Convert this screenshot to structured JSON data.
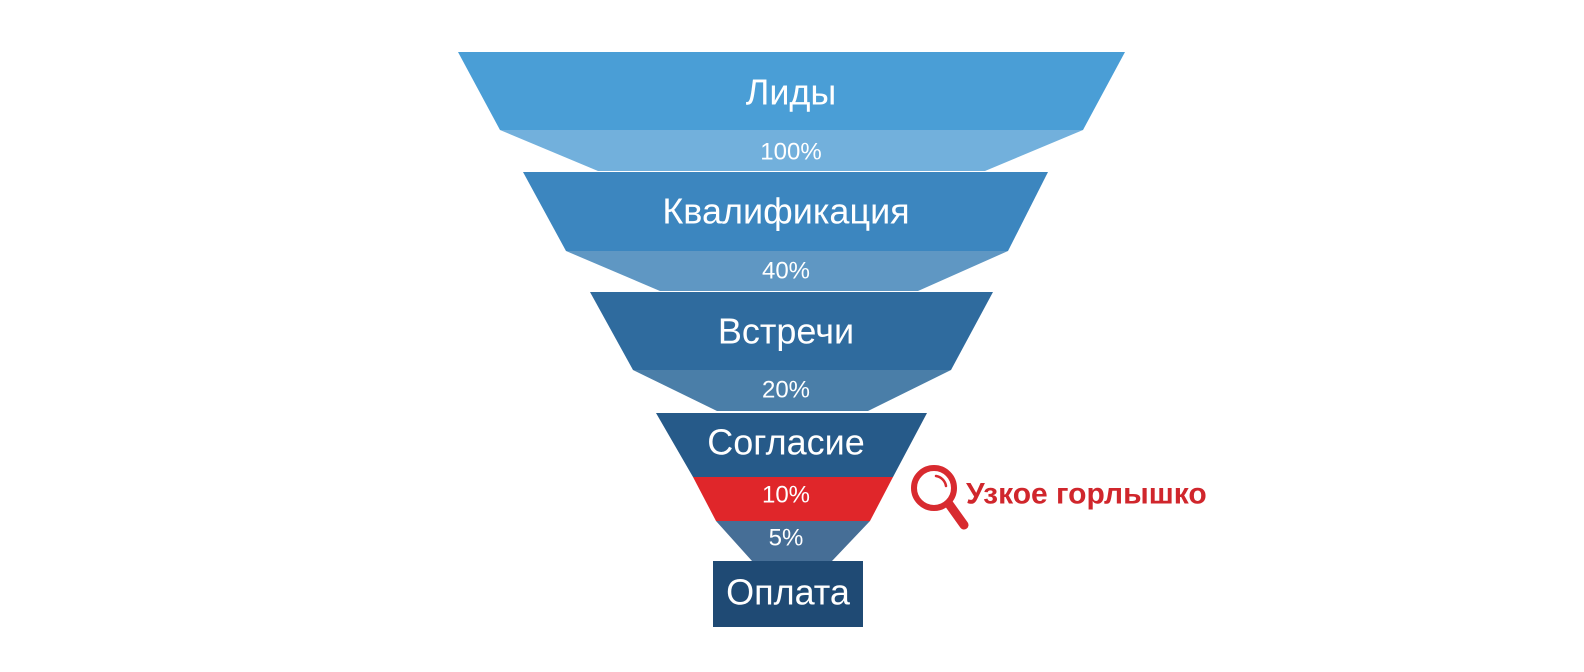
{
  "chart_data": {
    "type": "funnel",
    "title": "",
    "stages": [
      {
        "name": "Лиды",
        "conversion_label": "100%",
        "value": 100
      },
      {
        "name": "Квалификация",
        "conversion_label": "40%",
        "value": 40
      },
      {
        "name": "Встречи",
        "conversion_label": "20%",
        "value": 20
      },
      {
        "name": "Согласие",
        "conversion_label": "10%",
        "value": 10,
        "highlighted": true
      },
      {
        "name": "Оплата",
        "conversion_label": "5%",
        "value": 5
      }
    ],
    "annotation": {
      "text": "Узкое горлышко",
      "target_stage": "10%",
      "icon": "magnifier-icon"
    }
  },
  "funnel": {
    "stages": [
      {
        "label": "Лиды",
        "color": "#4a9ed6"
      },
      {
        "label": "Квалификация",
        "color": "#3c86bf"
      },
      {
        "label": "Встречи",
        "color": "#2f6b9e"
      },
      {
        "label": "Согласие",
        "color": "#265a89"
      },
      {
        "label": "Оплата",
        "color": "#1f4a74"
      }
    ],
    "bands": [
      {
        "label": "100%",
        "color": "#72b0dc"
      },
      {
        "label": "40%",
        "color": "#5f97c3"
      },
      {
        "label": "20%",
        "color": "#4a7ea8"
      },
      {
        "label": "10%",
        "color": "#e0262a"
      },
      {
        "label": "5%",
        "color": "#466e96"
      }
    ]
  },
  "callout": {
    "text": "Узкое горлышко",
    "color": "#d0262c",
    "icon": "magnifier-icon"
  }
}
